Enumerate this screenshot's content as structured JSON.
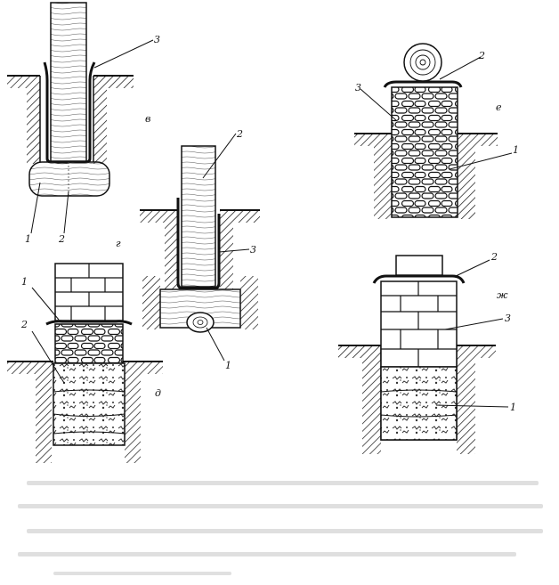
{
  "figure": {
    "panels": [
      {
        "id": "v",
        "letter": "в",
        "labels": [
          "3",
          "1",
          "2"
        ]
      },
      {
        "id": "g",
        "letter": "г",
        "labels": [
          "2",
          "3",
          "1"
        ]
      },
      {
        "id": "d",
        "letter": "д",
        "labels": [
          "1",
          "2"
        ]
      },
      {
        "id": "e",
        "letter": "е",
        "labels": [
          "2",
          "3",
          "1"
        ]
      },
      {
        "id": "zh",
        "letter": "ж",
        "labels": [
          "2",
          "3",
          "1"
        ]
      }
    ],
    "caption_blurred": true
  }
}
